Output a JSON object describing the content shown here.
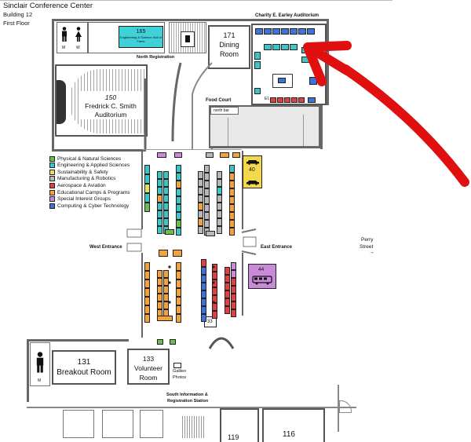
{
  "header": {
    "title": "Sinclair Conference Center",
    "building": "Building 12",
    "floor": "First Floor"
  },
  "rooms": {
    "hall_of_fame_number": "165",
    "hall_of_fame_name": "Engineering & Science Hall of Fame",
    "dining_number": "171",
    "dining_name_1": "Dining",
    "dining_name_2": "Room",
    "auditorium_number": "150",
    "auditorium_name_1": "Fredrick C. Smith",
    "auditorium_name_2": "Auditorium",
    "breakout_number": "131",
    "breakout_name": "Breakout Room",
    "volunteer_number": "133",
    "volunteer_name_1": "Volunteer",
    "volunteer_name_2": "Room",
    "room_119": "119",
    "room_116": "116",
    "galileo_1": "Galileo",
    "galileo_2": "Photos"
  },
  "labels": {
    "charity_auditorium": "Charity E. Earley Auditorium",
    "north_registration": "North Registration",
    "food_court": "Food Court",
    "north_bar": "north bar",
    "west_entrance": "West Entrance",
    "east_entrance": "East Entrance",
    "perry_street_1": "Perry",
    "perry_street_2": "Street",
    "perry_arrow": "→",
    "south_info_1": "South Information &",
    "south_info_2": "Registration Station",
    "restroom_m": "M",
    "restroom_w": "W",
    "restroom_m2": "M"
  },
  "booth_numbers": {
    "b40": "40",
    "b44": "44",
    "b33": "33",
    "e1": "E1"
  },
  "legend": [
    {
      "label": "Physical & Natural Sciences",
      "color": "#6cc04a"
    },
    {
      "label": "Engineering & Applied Sciences",
      "color": "#3cc6c8"
    },
    {
      "label": "Sustainability & Safety",
      "color": "#e6e060"
    },
    {
      "label": "Manufacturing & Robotics",
      "color": "#b8b8b8"
    },
    {
      "label": "Aerospace & Aviation",
      "color": "#e04040"
    },
    {
      "label": "Educational Camps & Programs",
      "color": "#f2a43a"
    },
    {
      "label": "Special Interest Groups",
      "color": "#c98ad8"
    },
    {
      "label": "Computing & Cyber Technology",
      "color": "#3f72d8"
    }
  ],
  "colors": {
    "arrow": "#e01010",
    "wall": "#666666",
    "hall_of_fame": "#40d0d8",
    "food_court": "#e8e8e8",
    "booth_40_bg": "#f2d84a",
    "booth_44_bg": "#c98ad8"
  },
  "icons": {
    "restroom_men": "man-icon",
    "restroom_women": "woman-icon",
    "car": "car-icon",
    "bus": "bus-icon",
    "arrow": "red-arrow-icon"
  }
}
